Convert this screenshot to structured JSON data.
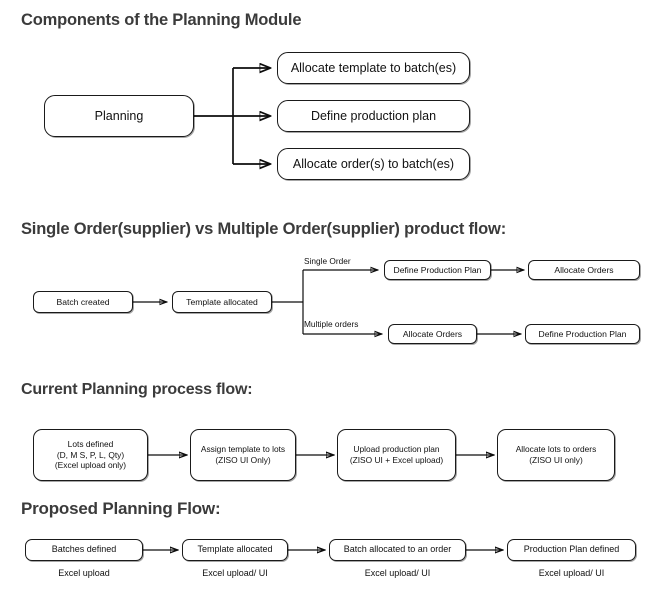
{
  "document": {
    "title": "Components of the Planning Module"
  },
  "sections": [
    {
      "id": "components",
      "heading": "Components of the Planning Module",
      "root": {
        "label": "Planning"
      },
      "children": [
        {
          "label": "Allocate template to batch(es)"
        },
        {
          "label": "Define production plan"
        },
        {
          "label": "Allocate order(s) to batch(es)"
        }
      ]
    },
    {
      "id": "single-vs-multiple",
      "heading": "Single Order(supplier) vs Multiple Order(supplier) product flow:",
      "start": [
        {
          "label": "Batch created"
        },
        {
          "label": "Template allocated"
        }
      ],
      "branches": [
        {
          "label": "Single Order",
          "steps": [
            {
              "label": "Define Production Plan"
            },
            {
              "label": "Allocate Orders"
            }
          ]
        },
        {
          "label": "Multiple orders",
          "steps": [
            {
              "label": "Allocate Orders"
            },
            {
              "label": "Define Production Plan"
            }
          ]
        }
      ]
    },
    {
      "id": "current-flow",
      "heading": "Current Planning process flow:",
      "steps": [
        {
          "line1": "Lots defined",
          "line2": "(D, M S, P, L, Qty)",
          "line3": "(Excel upload only)"
        },
        {
          "line1": "Assign template to lots",
          "line2": "(ZISO UI Only)",
          "line3": ""
        },
        {
          "line1": "Upload production plan",
          "line2": "(ZISO UI + Excel upload)",
          "line3": ""
        },
        {
          "line1": "Allocate lots to orders",
          "line2": "(ZISO UI only)",
          "line3": ""
        }
      ]
    },
    {
      "id": "proposed-flow",
      "heading": "Proposed Planning Flow:",
      "steps": [
        {
          "label": "Batches defined",
          "caption": "Excel upload"
        },
        {
          "label": "Template allocated",
          "caption": "Excel upload/ UI"
        },
        {
          "label": "Batch allocated to an order",
          "caption": "Excel upload/ UI"
        },
        {
          "label": "Production Plan defined",
          "caption": "Excel upload/ UI"
        }
      ]
    }
  ],
  "colors": {
    "background": "#ffffff",
    "stroke": "#0d0d0d",
    "heading": "#3b3b3b",
    "text": "#111111"
  }
}
